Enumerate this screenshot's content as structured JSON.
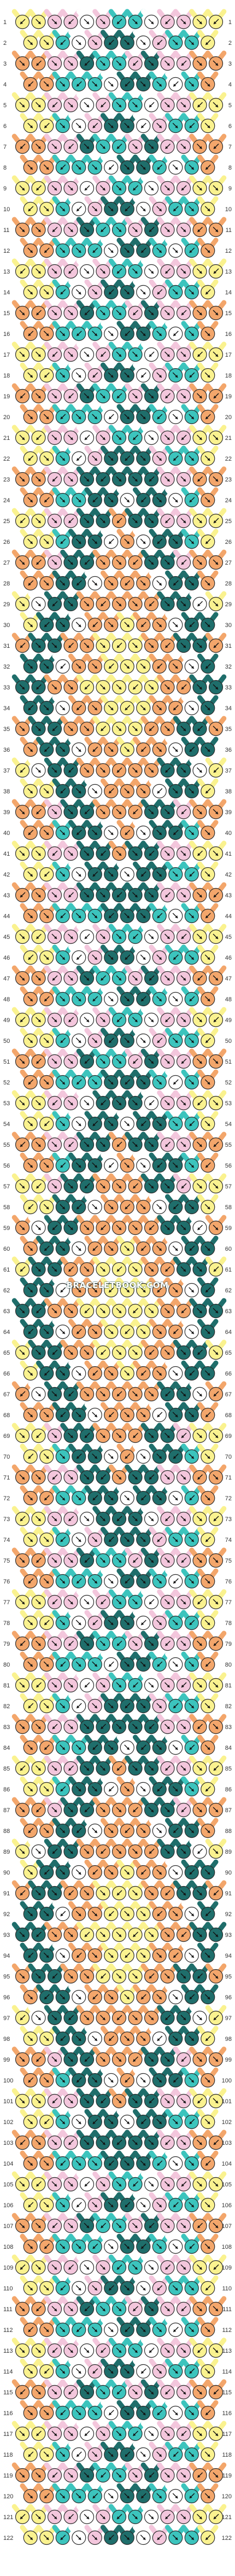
{
  "watermark": "BRACELETBOOK.COM",
  "palette": {
    "A": "#1f6e6b",
    "B": "#3cc4bd",
    "C": "#f3c6dc",
    "D": "#faf28f",
    "E": "#f3a66b",
    "F": "#ffffff"
  },
  "strand_colors": [
    "E",
    "D",
    "B",
    "C",
    "F",
    "B",
    "A",
    "B",
    "F",
    "C",
    "B",
    "D",
    "E"
  ],
  "knot_rows": 122,
  "row_numbers_left": [
    1,
    2,
    3,
    4,
    5,
    6,
    7,
    8,
    9,
    10,
    11,
    12,
    13,
    14,
    15,
    16,
    17,
    18,
    19,
    20,
    21,
    22,
    23,
    24,
    25,
    26,
    27,
    28,
    29,
    30,
    31,
    32,
    33,
    34,
    35,
    36,
    37,
    38,
    39,
    40,
    41,
    42,
    43,
    44,
    45,
    46,
    47,
    48,
    49,
    50,
    51,
    52,
    53,
    54,
    55,
    56,
    57,
    58,
    59,
    60,
    61,
    62,
    63,
    64,
    65,
    66,
    67,
    68,
    69,
    70,
    71,
    72,
    73,
    74,
    75,
    76,
    77,
    78,
    79,
    80,
    81,
    82,
    83,
    84,
    85,
    86,
    87,
    88,
    89,
    90,
    91,
    92,
    93,
    94,
    95,
    96,
    97,
    98,
    99,
    100,
    101,
    102,
    103,
    104,
    105,
    106,
    107,
    108,
    109,
    110,
    111,
    112,
    113,
    114,
    115,
    116,
    117,
    118,
    119,
    120,
    121,
    122
  ],
  "row_numbers_right": [
    1,
    2,
    3,
    4,
    5,
    6,
    7,
    8,
    9,
    10,
    11,
    12,
    13,
    14,
    15,
    16,
    17,
    18,
    19,
    20,
    21,
    22,
    23,
    24,
    25,
    26,
    27,
    28,
    29,
    30,
    31,
    32,
    33,
    34,
    35,
    36,
    37,
    38,
    39,
    40,
    41,
    42,
    43,
    44,
    45,
    46,
    47,
    48,
    49,
    50,
    51,
    52,
    53,
    54,
    55,
    56,
    57,
    58,
    59,
    60,
    61,
    62,
    63,
    64,
    65,
    66,
    67,
    68,
    69,
    70,
    71,
    72,
    73,
    74,
    75,
    76,
    77,
    78,
    79,
    80,
    81,
    82,
    83,
    84,
    85,
    86,
    87,
    88,
    89,
    90,
    91,
    92,
    93,
    94,
    95,
    96,
    97,
    98,
    99,
    100,
    101,
    102,
    103,
    104,
    105,
    106,
    107,
    108,
    109,
    110,
    111,
    112,
    113,
    114,
    115,
    116,
    117,
    118,
    119,
    120,
    121,
    122
  ],
  "motifs": [
    {
      "type": "diamond",
      "rows": [
        22,
        44
      ]
    },
    {
      "type": "diamond",
      "rows": [
        52,
        74
      ]
    },
    {
      "type": "diamond",
      "rows": [
        82,
        104
      ]
    }
  ]
}
